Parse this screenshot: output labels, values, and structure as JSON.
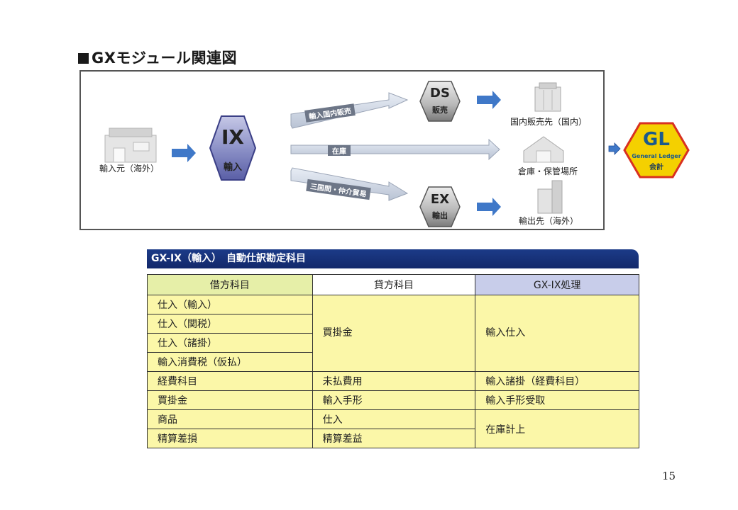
{
  "title": "GXモジュール関連図",
  "diagram": {
    "source_label": "輸入元（海外）",
    "ix_code": "IX",
    "ix_label": "輸入",
    "ds_code": "DS",
    "ds_label": "販売",
    "ex_code": "EX",
    "ex_label": "輸出",
    "flow_domestic": "輸入国内販売",
    "flow_stock": "在庫",
    "flow_triangular": "三国間・仲介貿易",
    "dest_domestic": "国内販売先（国内）",
    "dest_warehouse": "倉庫・保管場所",
    "dest_export": "輸出先（海外）",
    "gl_code": "GL",
    "gl_subtitle": "General Ledger",
    "gl_label": "会計"
  },
  "table": {
    "header": "GX-IX（輸入）　自動仕訳勘定科目",
    "columns": [
      "借方科目",
      "貸方科目",
      "GX-IX処理"
    ],
    "debit": [
      "仕入（輸入）",
      "仕入（関税）",
      "仕入（諸掛）",
      "輸入消費税（仮払）",
      "経費科目",
      "買掛金",
      "商品",
      "精算差損"
    ],
    "credit": [
      "買掛金",
      "未払費用",
      "輸入手形",
      "仕入",
      "精算差益"
    ],
    "process": [
      "輸入仕入",
      "輸入諸掛（経費科目）",
      "輸入手形受取",
      "在庫計上"
    ]
  },
  "page_number": "15",
  "colors": {
    "navy": "#1c3b88",
    "arrow_blue": "#3f78c8",
    "gl_yellow": "#f4d000",
    "gl_red": "#d83020",
    "cell_yellow": "#fbf7a8"
  }
}
